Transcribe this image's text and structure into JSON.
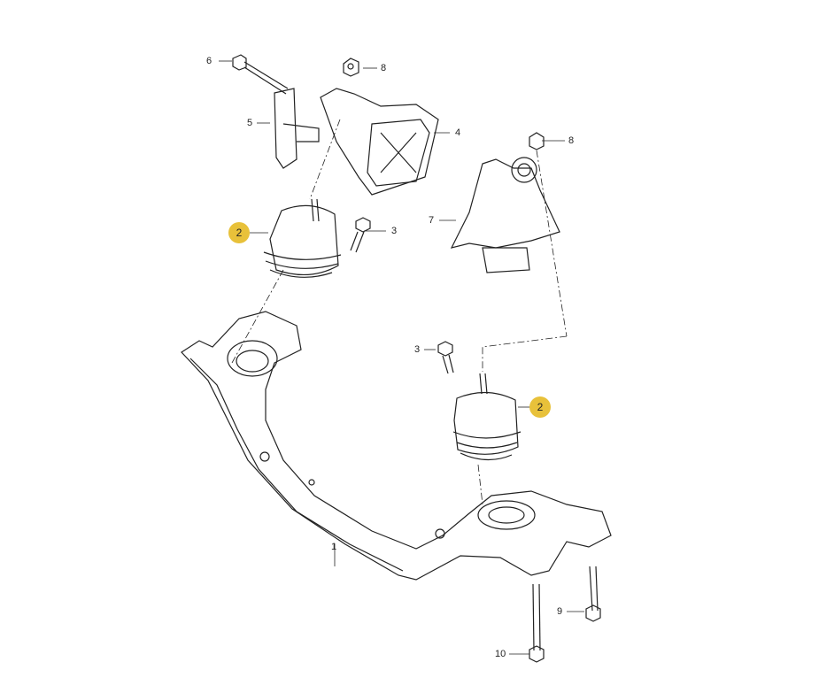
{
  "colors": {
    "highlight": "#e8c13a",
    "line": "#222222"
  },
  "callouts": {
    "p1": "1",
    "p2a": "2",
    "p2b": "2",
    "p3a": "3",
    "p3b": "3",
    "p4": "4",
    "p5": "5",
    "p6": "6",
    "p7": "7",
    "p8a": "8",
    "p8b": "8",
    "p9": "9",
    "p10": "10"
  }
}
